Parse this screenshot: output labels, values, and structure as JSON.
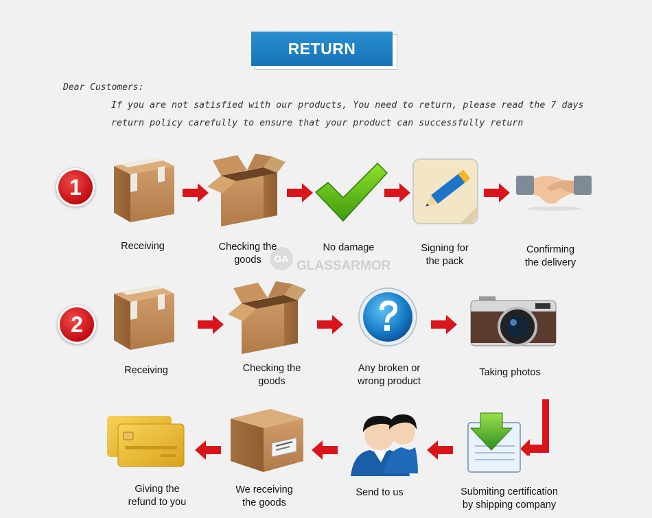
{
  "banner": {
    "title": "RETURN"
  },
  "intro": {
    "greeting": "Dear Customers:",
    "line1": "If you are not satisfied with our products, You need to return, please read the 7 days",
    "line2": "return policy carefully to ensure that your product can successfully return"
  },
  "watermark": {
    "mark": "GA",
    "text": "GLASSARMOR"
  },
  "row1": {
    "number": "1",
    "steps": [
      {
        "icon": "closed-box-icon",
        "label": [
          "Receiving"
        ]
      },
      {
        "icon": "open-box-icon",
        "label": [
          "Checking the",
          "goods"
        ]
      },
      {
        "icon": "checkmark-icon",
        "label": [
          "No damage"
        ]
      },
      {
        "icon": "pencil-note-icon",
        "label": [
          "Signing for",
          "the pack"
        ]
      },
      {
        "icon": "handshake-icon",
        "label": [
          "Confirming",
          "the delivery"
        ]
      }
    ]
  },
  "row2": {
    "number": "2",
    "steps": [
      {
        "icon": "closed-box-icon",
        "label": [
          "Receiving"
        ]
      },
      {
        "icon": "open-box-icon",
        "label": [
          "Checking the",
          "goods"
        ]
      },
      {
        "icon": "question-mark-icon",
        "label": [
          "Any broken or",
          "wrong product"
        ]
      },
      {
        "icon": "camera-icon",
        "label": [
          "Taking photos"
        ]
      }
    ]
  },
  "row3": {
    "steps": [
      {
        "icon": "credit-card-icon",
        "label": [
          "Giving the",
          "refund to you"
        ]
      },
      {
        "icon": "labeled-box-icon",
        "label": [
          "We receiving",
          "the goods"
        ]
      },
      {
        "icon": "support-agents-icon",
        "label": [
          "Send to us"
        ]
      },
      {
        "icon": "download-document-icon",
        "label": [
          "Submiting certification",
          "by shipping company"
        ]
      }
    ]
  },
  "colors": {
    "banner": "#1a7ac0",
    "arrow": "#d9141b",
    "badge": "#c30d12",
    "box": "#c38f5a"
  }
}
